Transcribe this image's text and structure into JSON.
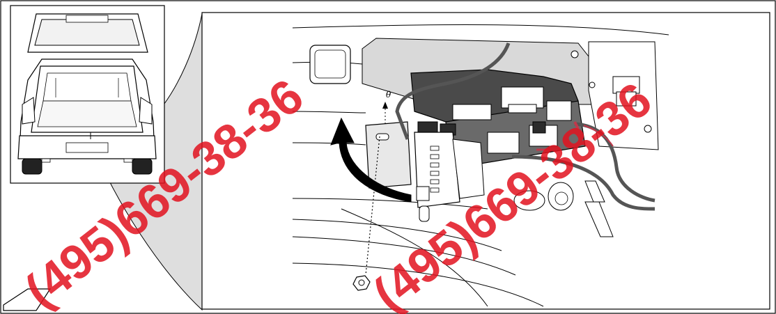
{
  "figure": {
    "inset_label": "vehicle rear view with tailgate open",
    "main_label": "control unit mounted in rear side panel",
    "marker_theta": "θ",
    "arrow_label": "removal direction"
  },
  "watermark": {
    "text": "(495)669-38-36"
  },
  "colors": {
    "line": "#000000",
    "panel_fill": "#dedede",
    "module_dark": "#4a4a4a",
    "wire_gray": "#555555",
    "wire_red": "#c0394b",
    "watermark": "#e2121f"
  }
}
